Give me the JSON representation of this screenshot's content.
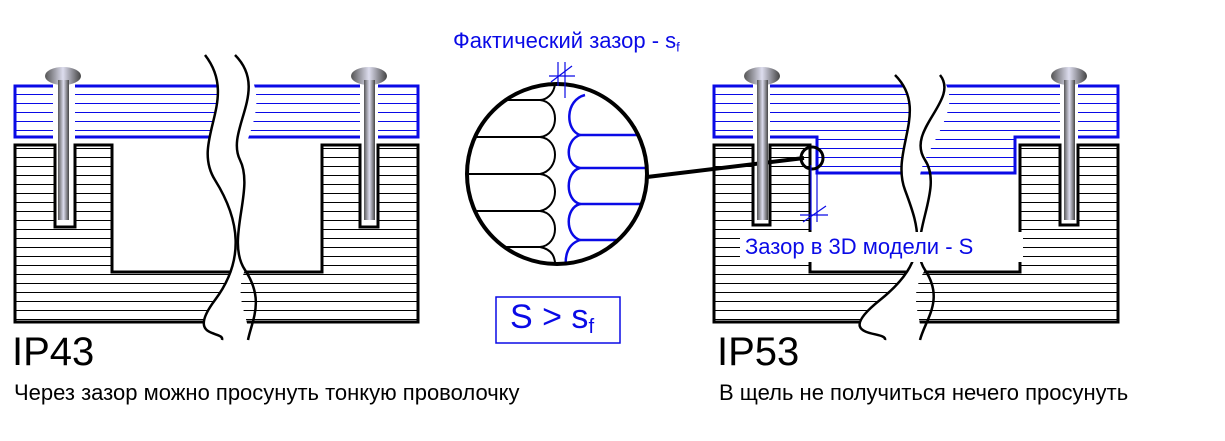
{
  "labels": {
    "actual_gap": "Фактический зазор - s",
    "actual_gap_sub": "f",
    "model_gap": "Зазор в 3D модели - S",
    "inequality": "S > s",
    "inequality_sub": "f"
  },
  "left": {
    "title": "IP43",
    "description": "Через зазор можно просунуть тонкую проволочку"
  },
  "right": {
    "title": "IP53",
    "description": "В щель не получиться нечего просунуть"
  },
  "colors": {
    "cover": "#0a0ae6",
    "body": "#000000"
  }
}
